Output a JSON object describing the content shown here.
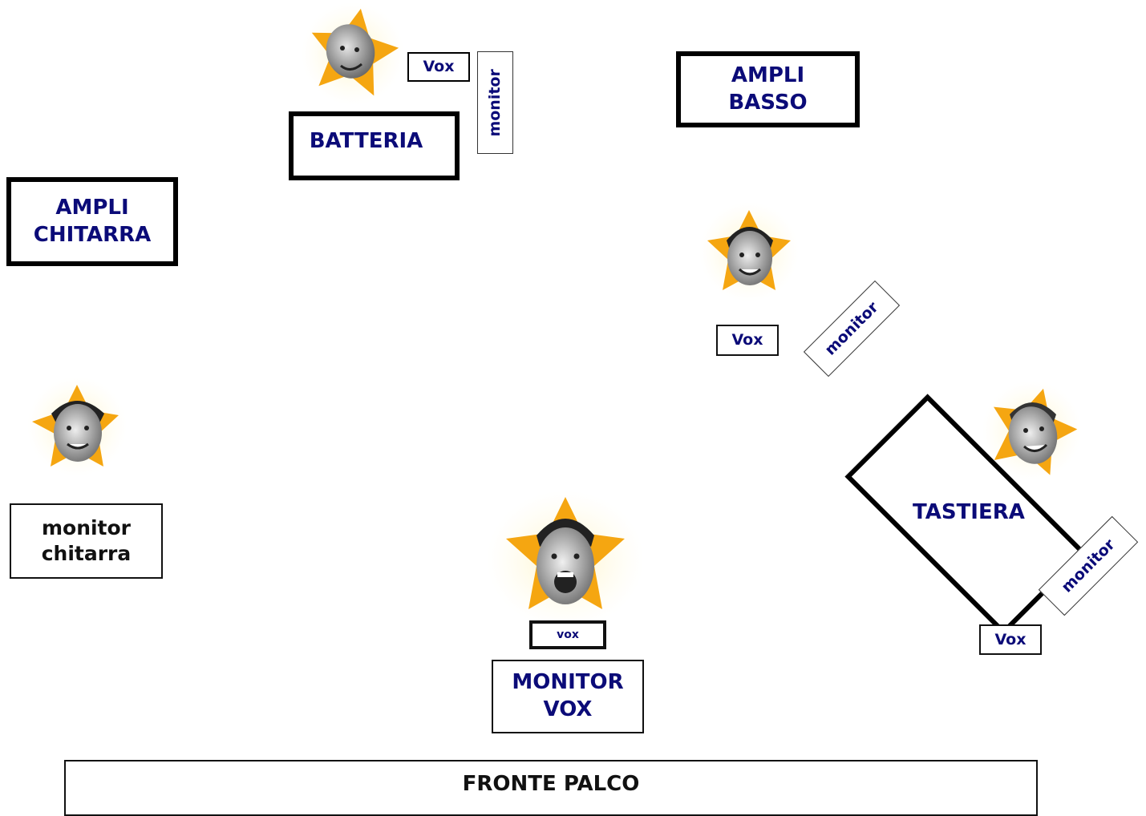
{
  "stage": {
    "front_label": "FRONTE PALCO"
  },
  "equipment": {
    "drums": {
      "label": "BATTERIA"
    },
    "drum_vox": {
      "label": "Vox"
    },
    "drum_monitor": {
      "label": "monitor"
    },
    "bass_amp": {
      "line1": "AMPLI",
      "line2": "BASSO"
    },
    "guitar_amp": {
      "line1": "AMPLI",
      "line2": "CHITARRA"
    },
    "bass_vox": {
      "label": "Vox"
    },
    "bass_monitor": {
      "label": "monitor"
    },
    "guitar_monitor": {
      "line1": "monitor",
      "line2": "chitarra"
    },
    "lead_vox": {
      "label": "vox"
    },
    "lead_monitor": {
      "line1": "MONITOR",
      "line2": "VOX"
    },
    "keyboard": {
      "label": "TASTIERA"
    },
    "keyboard_monitor": {
      "label": "monitor"
    },
    "keyboard_vox": {
      "label": "Vox"
    }
  },
  "colors": {
    "label_text": "#0b0b78",
    "star": "#f5a611",
    "border": "#000000"
  }
}
